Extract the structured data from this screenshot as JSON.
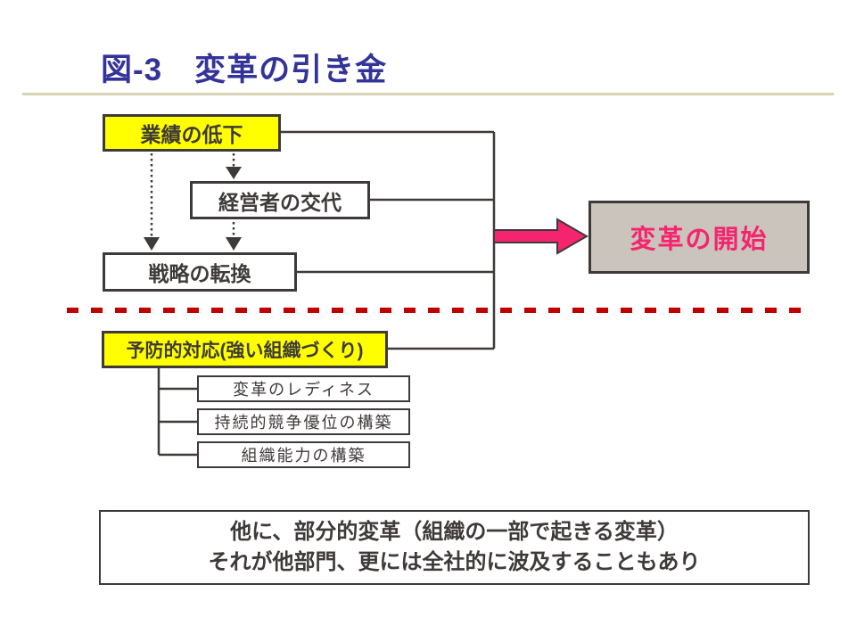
{
  "slide": {
    "title": "図-3　変革の引き金"
  },
  "diagram": {
    "trigger_boxes": {
      "performance_decline": "業績の低下",
      "management_change": "経営者の交代",
      "strategy_shift": "戦略の転換"
    },
    "preventive": {
      "label": "予防的対応(強い組織づくり)",
      "sub_items": [
        "変革のレディネス",
        "持続的競争優位の構築",
        "組織能力の構築"
      ]
    },
    "result_box": "変革の開始",
    "note": {
      "line1": "他に、部分的変革（組織の一部で起きる変革）",
      "line2": "それが他部門、更には全社的に波及することもあり"
    }
  },
  "colors": {
    "title_blue": "#333399",
    "highlight_yellow": "#FFFF00",
    "accent_pink": "#F5246E",
    "dashed_red": "#C00000",
    "result_box_gray": "#CBC4BC",
    "line_dark": "#3E3A39",
    "title_rule_tan": "#DAD2B4"
  }
}
